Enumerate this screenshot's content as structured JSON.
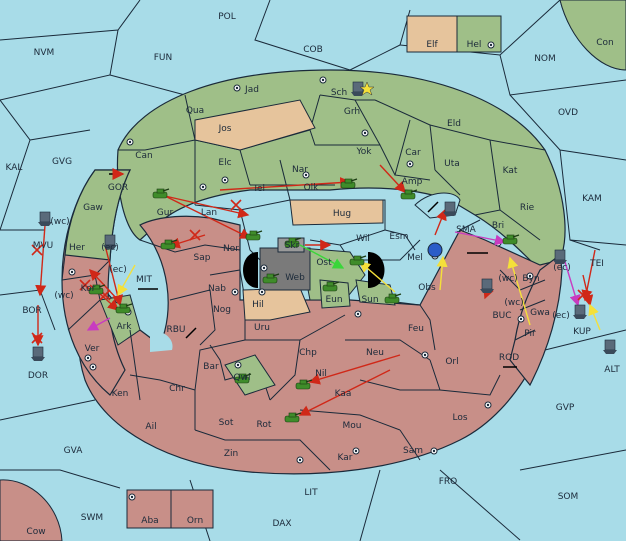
{
  "colors": {
    "sea": "#a8dce8",
    "green": "#9fbf88",
    "pink": "#c88f88",
    "tan": "#e6c49c",
    "dark": "#7a7a7a",
    "border": "#1a2a3a",
    "red": "#d02818",
    "yellow": "#f4e03a",
    "magenta": "#c83cc0",
    "green_arrow": "#3ad63a"
  },
  "sea_labels": [
    {
      "id": "pol",
      "text": "POL"
    },
    {
      "id": "nvm",
      "text": "NVM"
    },
    {
      "id": "fun",
      "text": "FUN"
    },
    {
      "id": "cob",
      "text": "COB"
    },
    {
      "id": "nom",
      "text": "NOM"
    },
    {
      "id": "con",
      "text": "Con"
    },
    {
      "id": "ovd",
      "text": "OVD"
    },
    {
      "id": "kal",
      "text": "KAL"
    },
    {
      "id": "gvg",
      "text": "GVG"
    },
    {
      "id": "gor",
      "text": "GOR"
    },
    {
      "id": "kam",
      "text": "KAM"
    },
    {
      "id": "mvu",
      "text": "MVU"
    },
    {
      "id": "mit",
      "text": "MIT"
    },
    {
      "id": "bor",
      "text": "BOR"
    },
    {
      "id": "dor",
      "text": "DOR"
    },
    {
      "id": "rbu",
      "text": "RBU"
    },
    {
      "id": "buc",
      "text": "BUC"
    },
    {
      "id": "tei",
      "text": "TEI"
    },
    {
      "id": "kup",
      "text": "KUP"
    },
    {
      "id": "alt",
      "text": "ALT"
    },
    {
      "id": "rod",
      "text": "ROD"
    },
    {
      "id": "gvp",
      "text": "GVP"
    },
    {
      "id": "gva",
      "text": "GVA"
    },
    {
      "id": "fro",
      "text": "FRO"
    },
    {
      "id": "som",
      "text": "SOM"
    },
    {
      "id": "lit",
      "text": "LIT"
    },
    {
      "id": "swm",
      "text": "SWM"
    },
    {
      "id": "dax",
      "text": "DAX"
    },
    {
      "id": "cow",
      "text": "Cow"
    },
    {
      "id": "wc1",
      "text": "(wc)"
    },
    {
      "id": "ec1",
      "text": "(ec)"
    },
    {
      "id": "ec2",
      "text": "(ec)"
    },
    {
      "id": "wc2",
      "text": "(wc)"
    },
    {
      "id": "wc3",
      "text": "(wc)"
    },
    {
      "id": "wc4",
      "text": "(wc)"
    },
    {
      "id": "ec3",
      "text": "(ec)"
    },
    {
      "id": "ec4",
      "text": "(ec)"
    }
  ],
  "land_labels": [
    {
      "id": "elf",
      "text": "Elf"
    },
    {
      "id": "hel",
      "text": "Hel"
    },
    {
      "id": "jad",
      "text": "Jad"
    },
    {
      "id": "sch",
      "text": "Sch"
    },
    {
      "id": "qua",
      "text": "Qua"
    },
    {
      "id": "grh",
      "text": "Grh"
    },
    {
      "id": "jos",
      "text": "Jos"
    },
    {
      "id": "eld",
      "text": "Eld"
    },
    {
      "id": "can",
      "text": "Can"
    },
    {
      "id": "yok",
      "text": "Yok"
    },
    {
      "id": "car",
      "text": "Car"
    },
    {
      "id": "elc",
      "text": "Elc"
    },
    {
      "id": "nar",
      "text": "Nar"
    },
    {
      "id": "uta",
      "text": "Uta"
    },
    {
      "id": "tel",
      "text": "Tel"
    },
    {
      "id": "olk",
      "text": "Olk"
    },
    {
      "id": "amp",
      "text": "Amp"
    },
    {
      "id": "kat",
      "text": "Kat"
    },
    {
      "id": "gaw",
      "text": "Gaw"
    },
    {
      "id": "gur",
      "text": "Gur"
    },
    {
      "id": "lan",
      "text": "Lan"
    },
    {
      "id": "hug",
      "text": "Hug"
    },
    {
      "id": "rie",
      "text": "Rie"
    },
    {
      "id": "sma",
      "text": "SMA"
    },
    {
      "id": "her",
      "text": "Her"
    },
    {
      "id": "nor",
      "text": "Nor"
    },
    {
      "id": "skr",
      "text": "Skr"
    },
    {
      "id": "wil",
      "text": "Wil"
    },
    {
      "id": "esm",
      "text": "Esm"
    },
    {
      "id": "bri",
      "text": "Bri"
    },
    {
      "id": "sap",
      "text": "Sap"
    },
    {
      "id": "web",
      "text": "Web"
    },
    {
      "id": "ost",
      "text": "Ost"
    },
    {
      "id": "mel",
      "text": "Mel"
    },
    {
      "id": "byn",
      "text": "Byn"
    },
    {
      "id": "kor",
      "text": "Kor"
    },
    {
      "id": "nab",
      "text": "Nab"
    },
    {
      "id": "eun",
      "text": "Eun"
    },
    {
      "id": "obs",
      "text": "Obs"
    },
    {
      "id": "hil",
      "text": "Hil"
    },
    {
      "id": "sun",
      "text": "Sun"
    },
    {
      "id": "ark",
      "text": "Ark"
    },
    {
      "id": "nog",
      "text": "Nog"
    },
    {
      "id": "gwa",
      "text": "Gwa"
    },
    {
      "id": "pir",
      "text": "Pir"
    },
    {
      "id": "uru",
      "text": "Uru"
    },
    {
      "id": "feu",
      "text": "Feu"
    },
    {
      "id": "ver",
      "text": "Ver"
    },
    {
      "id": "bar",
      "text": "Bar"
    },
    {
      "id": "chp",
      "text": "Chp"
    },
    {
      "id": "neu",
      "text": "Neu"
    },
    {
      "id": "orl",
      "text": "Orl"
    },
    {
      "id": "qwi",
      "text": "Qwi"
    },
    {
      "id": "nil",
      "text": "Nil"
    },
    {
      "id": "ken",
      "text": "Ken"
    },
    {
      "id": "chr",
      "text": "Chr"
    },
    {
      "id": "kaa",
      "text": "Kaa"
    },
    {
      "id": "ail",
      "text": "Ail"
    },
    {
      "id": "sot",
      "text": "Sot"
    },
    {
      "id": "rot",
      "text": "Rot"
    },
    {
      "id": "mou",
      "text": "Mou"
    },
    {
      "id": "los",
      "text": "Los"
    },
    {
      "id": "zin",
      "text": "Zin"
    },
    {
      "id": "kar",
      "text": "Kar"
    },
    {
      "id": "sam",
      "text": "Sam"
    },
    {
      "id": "aba",
      "text": "Aba"
    },
    {
      "id": "orn",
      "text": "Orn"
    }
  ]
}
